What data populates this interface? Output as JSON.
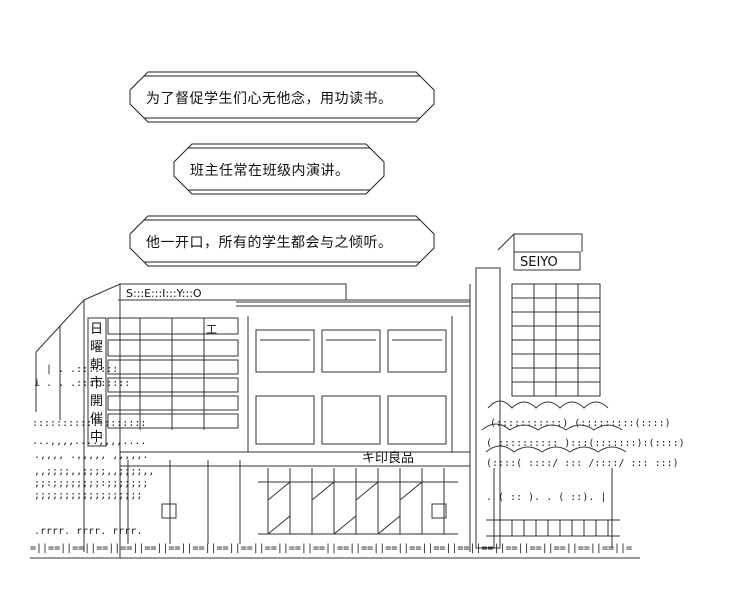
{
  "bubbles": [
    {
      "text": "为了督促学生们心无他念，用功读书。"
    },
    {
      "text": "班主任常在班级内演讲。"
    },
    {
      "text": "他一开口，所有的学生都会与之倾听。"
    }
  ],
  "signs": {
    "left_sign": "S:::E:::I:::Y:::O",
    "right_sign": "SEIYO",
    "vertical_sign": [
      "日",
      "曜",
      "朝",
      "市",
      "開",
      "催",
      "中"
    ],
    "kanji_sign": "キ印良品",
    "building_label": "工"
  }
}
